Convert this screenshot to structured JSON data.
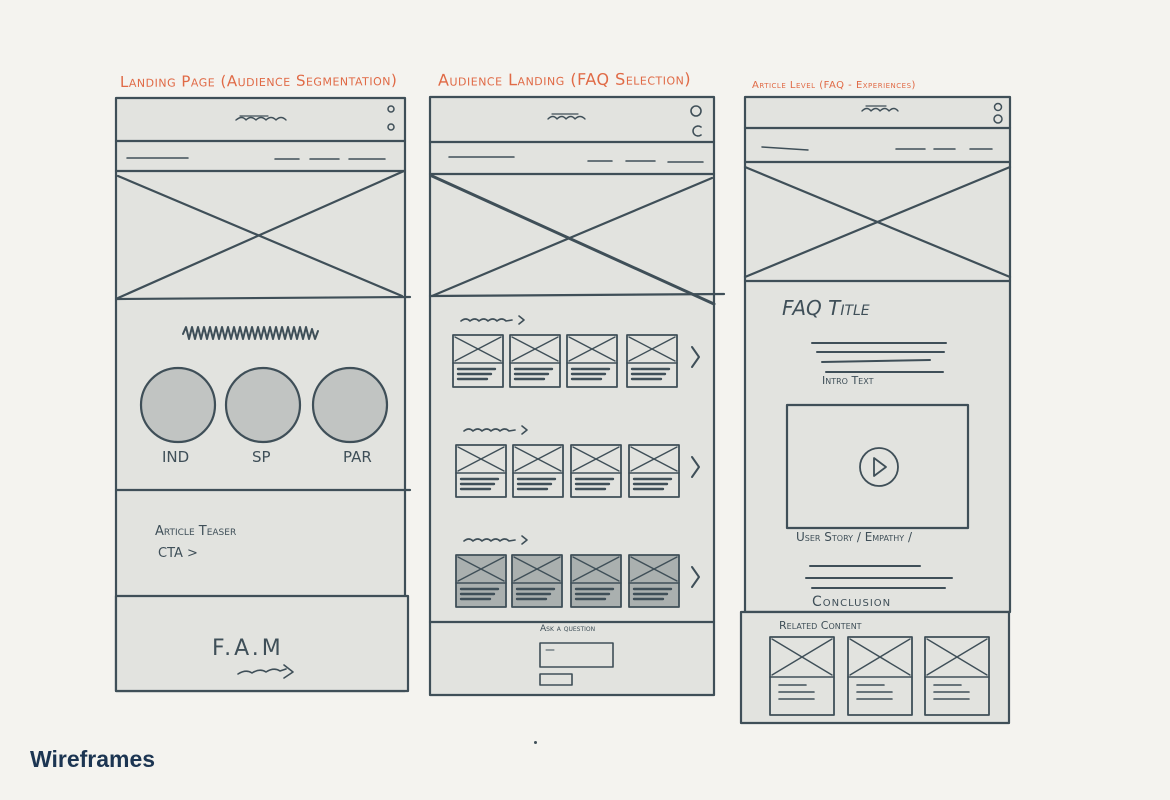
{
  "caption": "Wireframes",
  "wireframes": [
    {
      "title": "Landing Page (Audience Segmentation)",
      "audiences": [
        "IND",
        "SP",
        "PAR"
      ],
      "teaser": "Article Teaser",
      "cta": "CTA >",
      "footer": "F.A.M"
    },
    {
      "title": "Audience Landing (FAQ Selection)",
      "ask_label": "Ask a question"
    },
    {
      "title": "Article Level (FAQ - Experiences)",
      "faq_title": "FAQ Title",
      "intro": "Intro Text",
      "story": "User Story / Empathy /",
      "conclusion": "Conclusion",
      "related": "Related Content"
    }
  ],
  "colors": {
    "line": "#3f4f58",
    "fill": "#e2e3df",
    "accent": "#e06a46",
    "circle": "#c1c4c2"
  }
}
